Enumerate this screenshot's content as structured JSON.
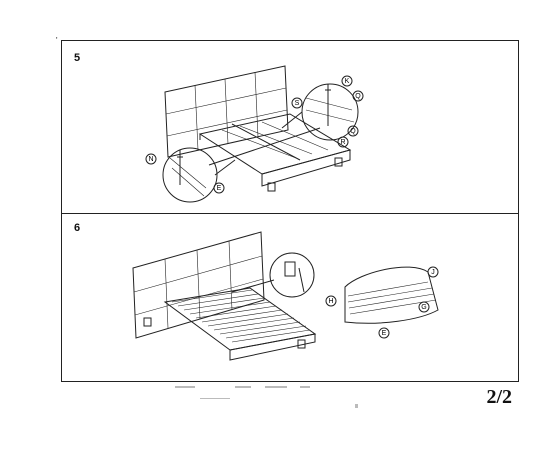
{
  "steps": [
    {
      "number": "5",
      "callouts": [
        "K",
        "Q",
        "S",
        "N",
        "E",
        "R",
        "Q"
      ]
    },
    {
      "number": "6",
      "callouts": [
        "J",
        "H",
        "G",
        "E"
      ]
    }
  ],
  "page": {
    "number": "2/2",
    "corner_mark": "'"
  }
}
